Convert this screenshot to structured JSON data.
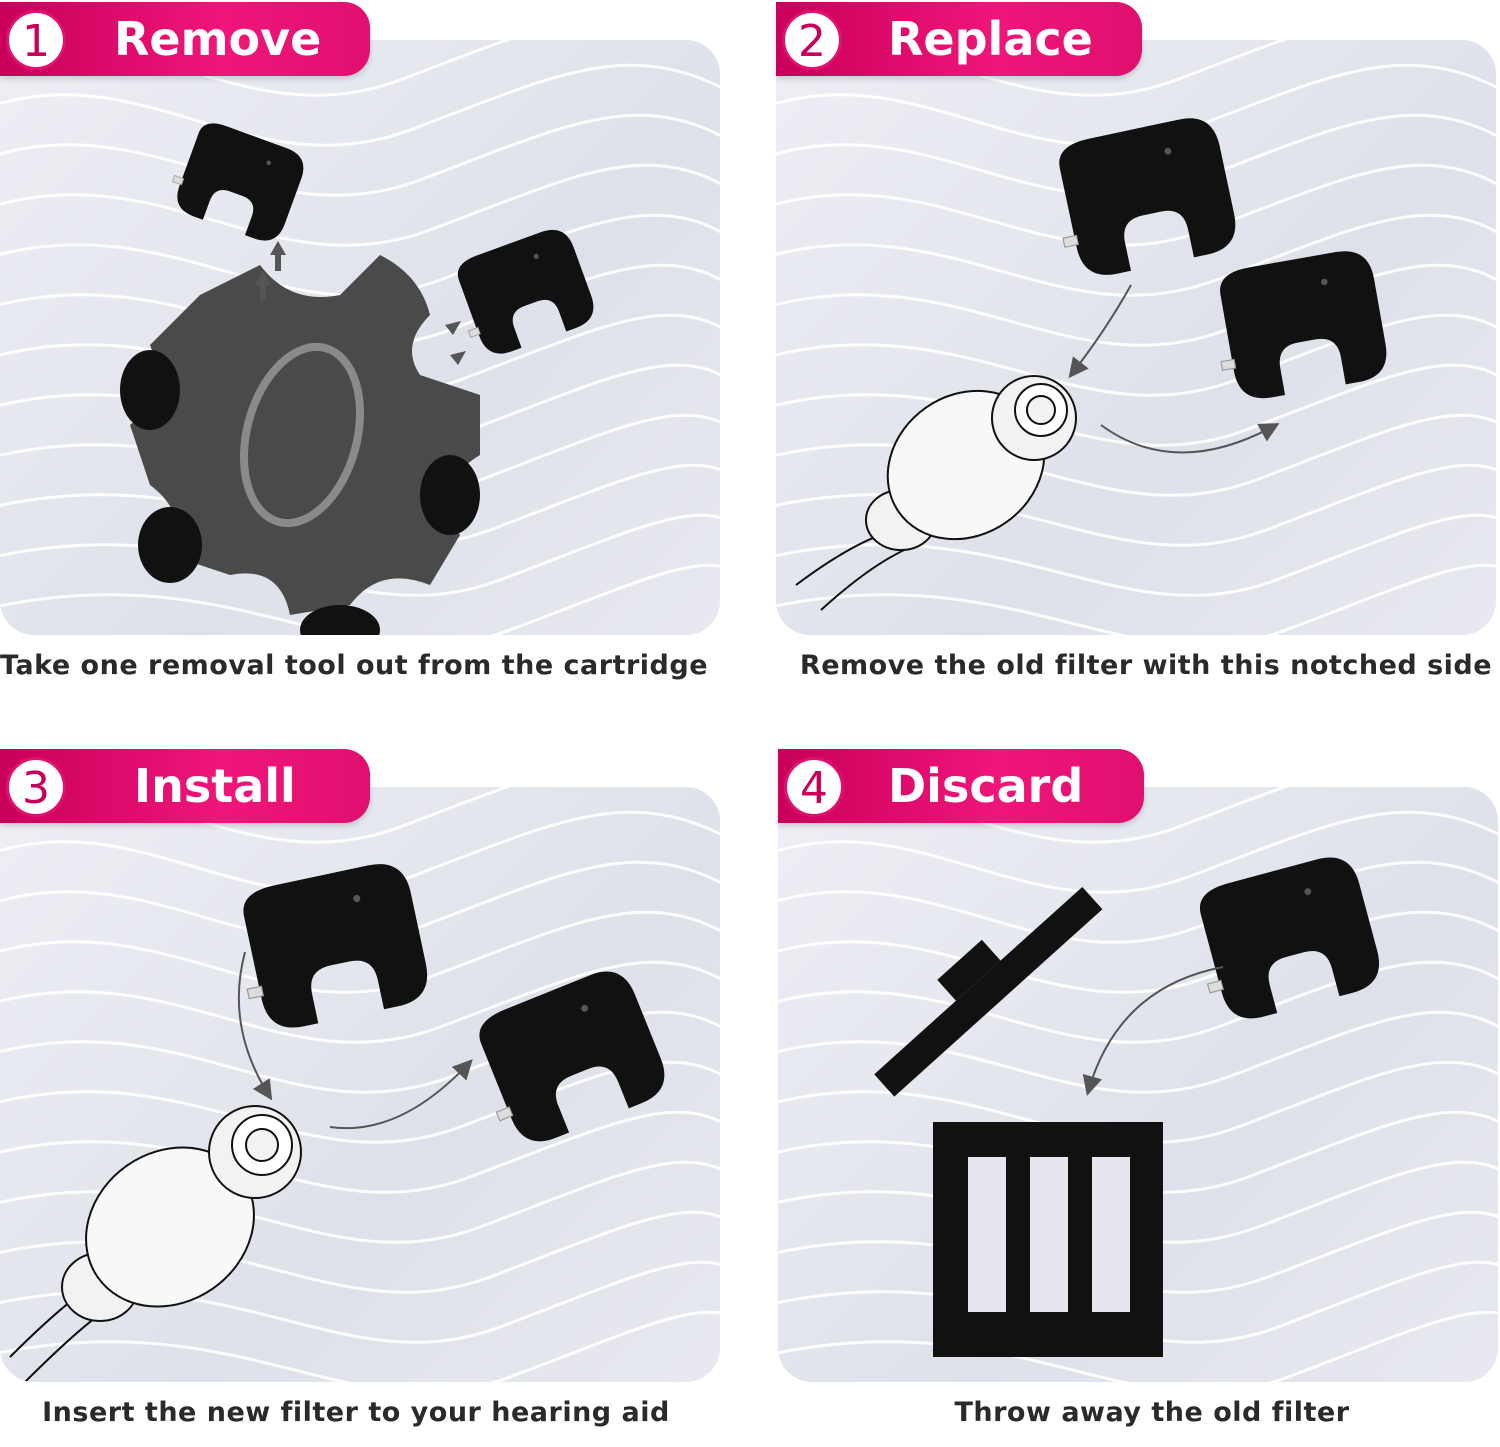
{
  "steps": [
    {
      "number": "1",
      "title": "Remove",
      "caption": "Take one removal tool out from the cartridge"
    },
    {
      "number": "2",
      "title": "Replace",
      "caption": "Remove the old filter with this notched side"
    },
    {
      "number": "3",
      "title": "Install",
      "caption": "Insert the new filter to your hearing aid"
    },
    {
      "number": "4",
      "title": "Discard",
      "caption": "Throw away the old filter"
    }
  ],
  "colors": {
    "accent": "#e0106f",
    "panel": "#e4e5ed",
    "tool": "#1a1a1a"
  },
  "icons": [
    "filter-cartridge-icon",
    "removal-tool-icon",
    "hearing-aid-receiver-icon",
    "trash-bin-icon",
    "arrow-icon"
  ]
}
